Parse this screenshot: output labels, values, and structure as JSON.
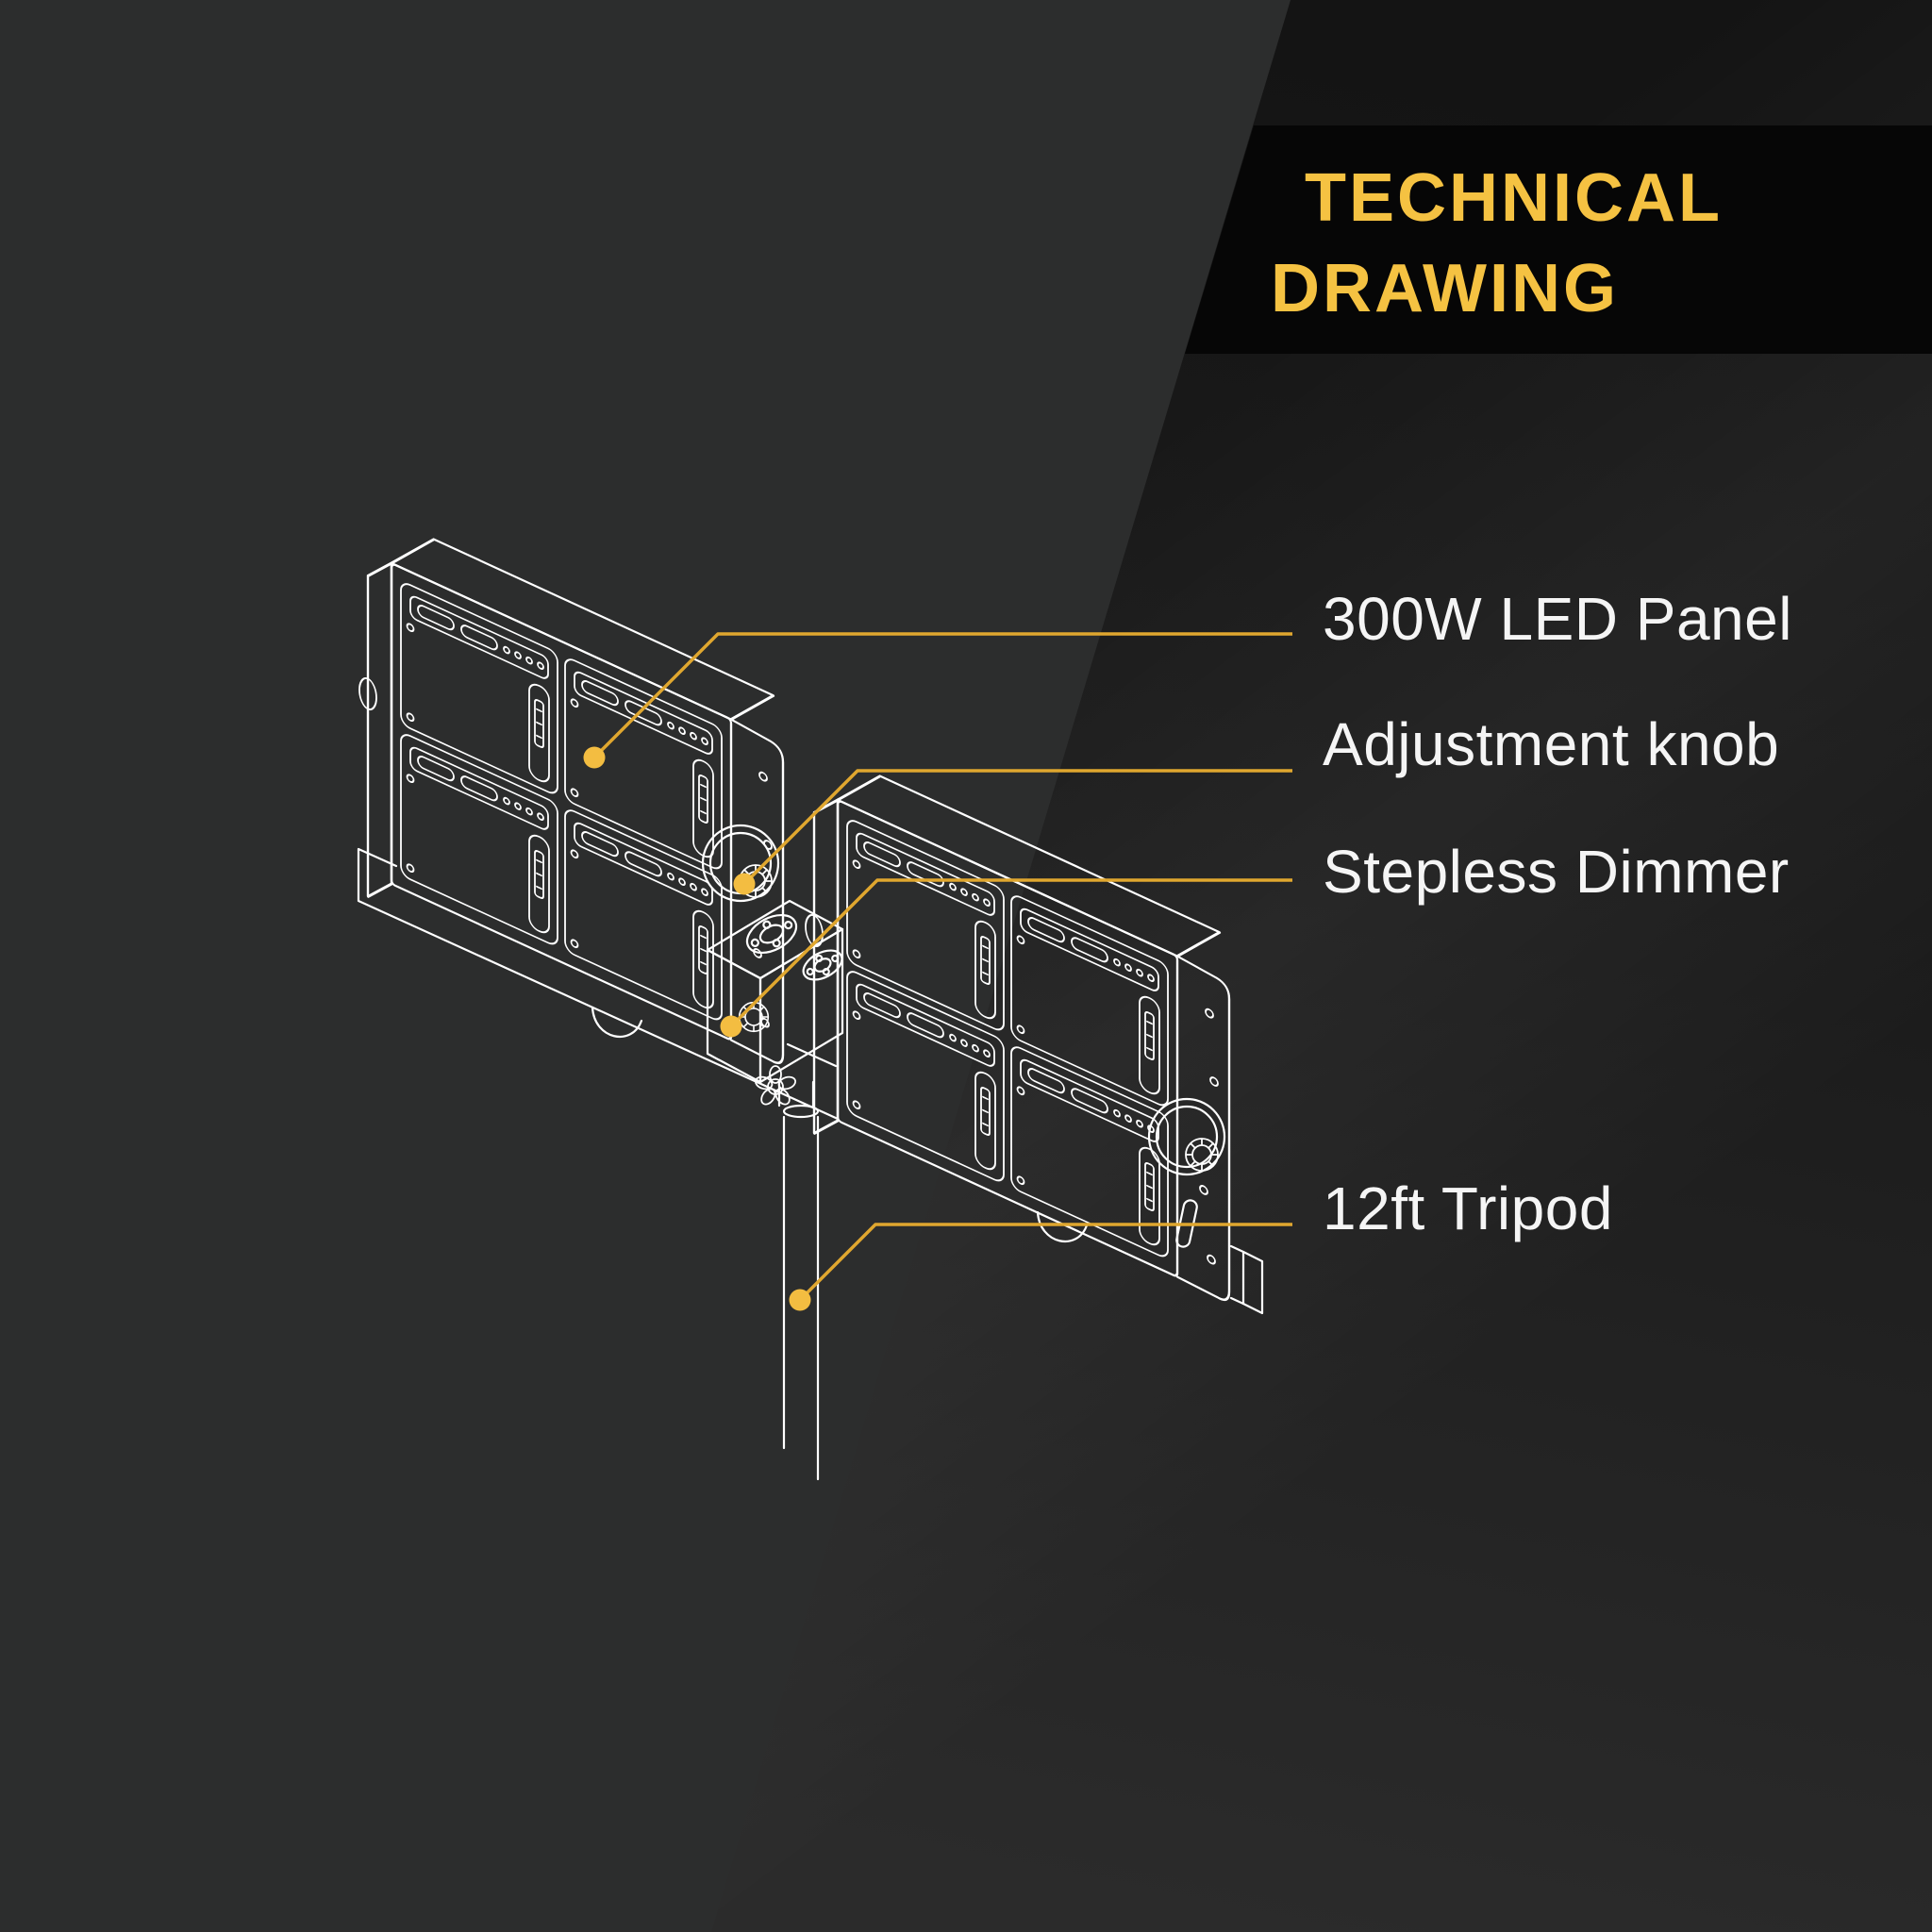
{
  "banner": {
    "line1": "TECHNICAL",
    "line2": "DRAWING"
  },
  "callouts": [
    {
      "id": "led-panel",
      "label": "300W LED Panel"
    },
    {
      "id": "adjustment-knob",
      "label": "Adjustment knob"
    },
    {
      "id": "stepless-dimmer",
      "label": "Stepless Dimmer"
    },
    {
      "id": "tripod",
      "label": "12ft Tripod"
    }
  ],
  "colors": {
    "background": "#2C2D2D",
    "band_dark_top": "#141414",
    "band_dark_bottom": "#2B2B2B",
    "banner_bg": "#060606",
    "title_yellow": "#F5C242",
    "leader_yellow": "#E0A72F",
    "dot_yellow": "#F3BD41",
    "line_art": "#FFFFFF",
    "label_text": "#F5F5F5"
  }
}
